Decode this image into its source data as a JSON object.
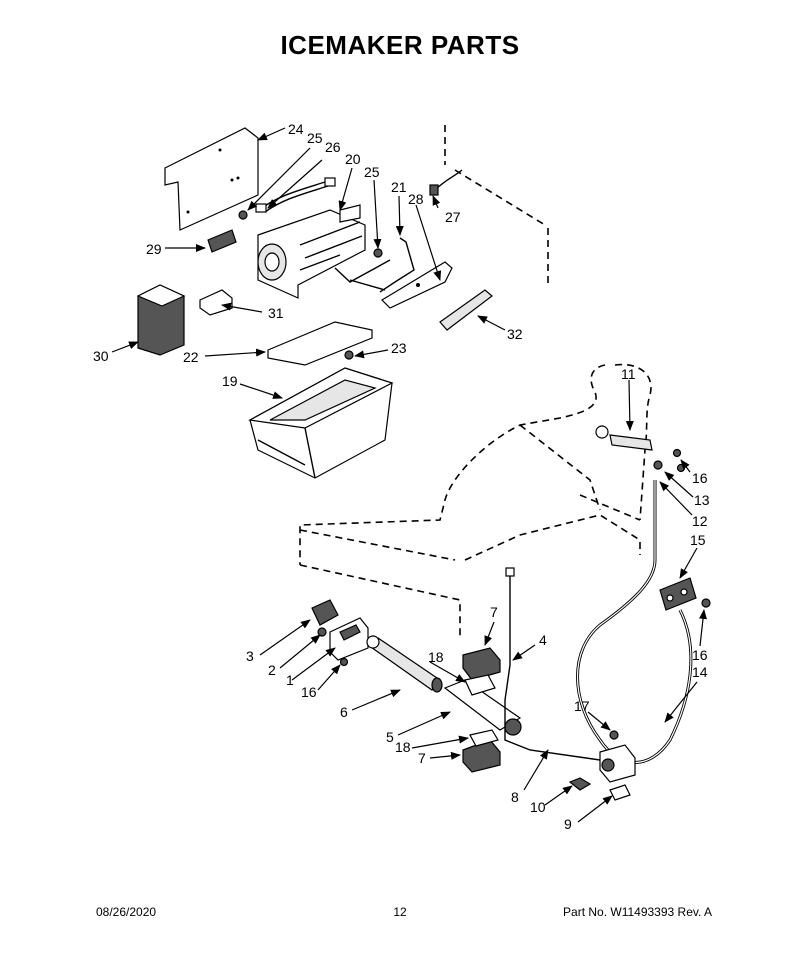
{
  "title": "ICEMAKER PARTS",
  "callouts": [
    "24",
    "25",
    "26",
    "20",
    "25",
    "21",
    "28",
    "27",
    "29",
    "31",
    "32",
    "30",
    "22",
    "23",
    "19",
    "11",
    "16",
    "13",
    "12",
    "15",
    "7",
    "4",
    "3",
    "2",
    "1",
    "16",
    "18",
    "6",
    "5",
    "18",
    "7",
    "16",
    "14",
    "17",
    "8",
    "10",
    "9"
  ],
  "footer": {
    "date": "08/26/2020",
    "page": "12",
    "part_no": "Part No.  W11493393  Rev.  A"
  }
}
